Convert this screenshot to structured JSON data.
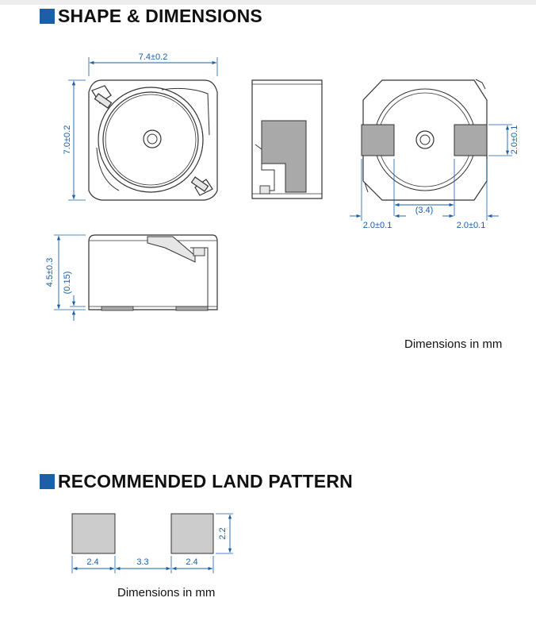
{
  "sections": {
    "shape": {
      "title": "SHAPE & DIMENSIONS",
      "note": "Dimensions in mm"
    },
    "land": {
      "title": "RECOMMENDED LAND PATTERN",
      "note": "Dimensions in mm"
    }
  },
  "dimensions": {
    "top_width": "7.4±0.2",
    "top_height": "7.0±0.2",
    "bottom_gap": "(3.4)",
    "bottom_pad_left": "2.0±0.1",
    "bottom_pad_right": "2.0±0.1",
    "bottom_pad_height": "2.0±0.1",
    "side_height": "4.5±0.3",
    "side_standoff": "(0.15)",
    "land_pad_left": "2.4",
    "land_gap": "3.3",
    "land_pad_right": "2.4",
    "land_pad_height": "2.2"
  },
  "colors": {
    "accent": "#1a5fa8",
    "pad": "#cccccc",
    "terminal": "#a9a9a9",
    "outline": "#333333"
  }
}
